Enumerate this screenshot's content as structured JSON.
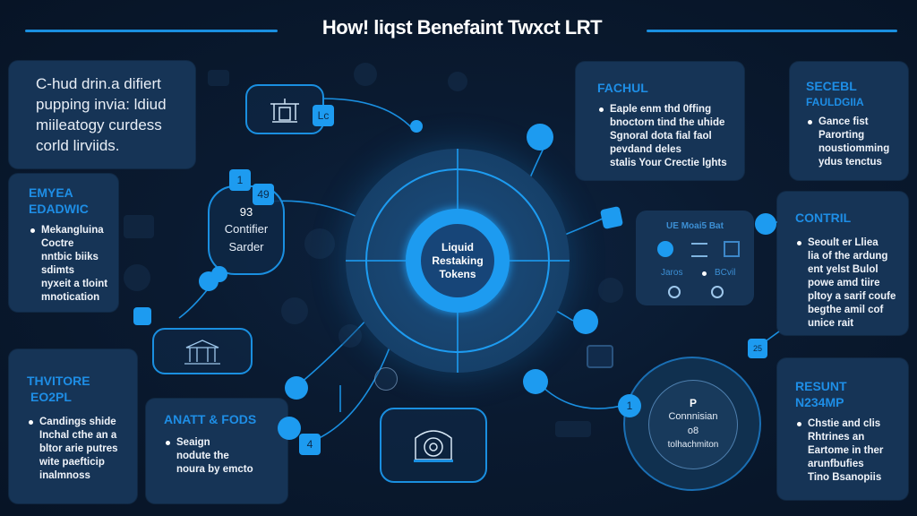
{
  "header": {
    "title": "How! liqst Benefaint Twxct LRT"
  },
  "center": {
    "label_lines": [
      "Liquid",
      "Restaking",
      "Tokens"
    ]
  },
  "panels": {
    "intro": {
      "lines": [
        "C-hud drin.a difiert",
        "pupping invia: ldiud",
        "miileatogy curdess",
        "corld lirviids."
      ]
    },
    "left_mid": {
      "heading_lines": [
        "EMYEA",
        "EDADWIC"
      ],
      "bullet_lines": [
        "Mekangluina",
        "Coctre",
        "nntbic biiks",
        "sdimts",
        "nyxeit a tloint",
        "mnotication"
      ]
    },
    "left_bottom": {
      "heading_lines": [
        "THVITORE",
        "EO2PL"
      ],
      "bullet_lines": [
        "Candings shide",
        "Inchal cthe an a",
        "bltor arie putres",
        "wite paefticip",
        "inalmnoss"
      ]
    },
    "bottom_mid": {
      "heading": "ANATT & FODS",
      "bullet_lines": [
        "Seaign",
        "nodute the",
        "noura by emcto"
      ]
    },
    "top_right_a": {
      "heading": "FACHUL",
      "bullet_lines": [
        "Eaple enm thd 0ffing",
        "bnoctorn tind the uhide",
        "Sgnoral dota fial faol",
        "pevdand deles",
        "stalis Your Crectie lghts"
      ]
    },
    "top_right_b": {
      "heading_lines": [
        "SECEBL",
        "FAULDGIIA"
      ],
      "bullet_lines": [
        "Gance fist",
        "Parorting",
        "noustiomming",
        "ydus tenctus"
      ]
    },
    "right_mid": {
      "heading": "CONTRIL",
      "bullet_lines": [
        "Seoult er Lliea",
        "lia of the ardung",
        "ent yelst Bulol",
        "powe amd tiire",
        "pltoy a sarif coufe",
        "begthe amil cof",
        "unice rait"
      ]
    },
    "right_bottom": {
      "heading_lines": [
        "RESUNT",
        "N234MP"
      ],
      "bullet_lines": [
        "Chstie and clis",
        "Rhtrines an",
        "Eartome in ther",
        "arunfbufies",
        "Tino Bsanopiis"
      ]
    }
  },
  "hubs": {
    "left_hub": {
      "lines": [
        "93",
        "Contifier",
        "Sarder"
      ],
      "badge_1": "1",
      "badge_2": "49"
    },
    "bottom_right_hub": {
      "icon": "P",
      "lines": [
        "Connnisian",
        "o8",
        "tolhachmiton"
      ],
      "badge": "1"
    },
    "right_card": {
      "title": "UE Moai5 Bat",
      "left_label": "Jaros",
      "right_label": "BCvil"
    }
  },
  "nodes": {
    "top_left_square": "Lc",
    "right_square": "25",
    "bottom_square": "4"
  },
  "colors": {
    "background": "#0a1a30",
    "panel": "#163456",
    "accent": "#1d9bf0",
    "heading": "#1e8ee6",
    "text": "#f0f4fa"
  }
}
